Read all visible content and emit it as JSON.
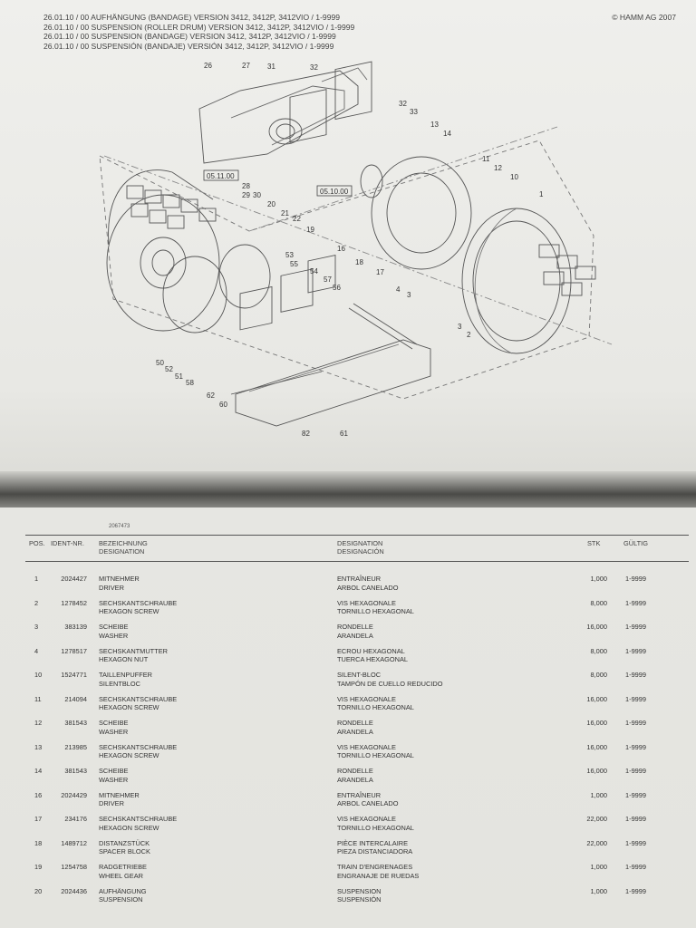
{
  "header": {
    "lines": [
      "26.01.10 / 00 AUFHÄNGUNG (BANDAGE)  VERSION 3412, 3412P, 3412VIO / 1-9999",
      "26.01.10 / 00 SUSPENSION (ROLLER DRUM)  VERSION 3412, 3412P, 3412VIO / 1-9999",
      "26.01.10 / 00 SUSPENSION (BANDAGE)  VERSION 3412, 3412P, 3412VIO / 1-9999",
      "26.01.10 / 00 SUSPENSIÓN (BANDAJE)  VERSIÓN 3412, 3412P, 3412VIO / 1-9999"
    ],
    "copyright": "© HAMM AG 2007"
  },
  "diagram": {
    "ref_boxes": [
      "05.11.00",
      "05.10.00"
    ],
    "callouts": [
      "26",
      "27",
      "31",
      "32",
      "32",
      "33",
      "13",
      "14",
      "11",
      "12",
      "10",
      "1",
      "28",
      "29",
      "30",
      "20",
      "21",
      "22",
      "19",
      "16",
      "18",
      "17",
      "4",
      "3",
      "3",
      "2",
      "53",
      "55",
      "54",
      "57",
      "56",
      "50",
      "52",
      "51",
      "58",
      "62",
      "60",
      "82",
      "61"
    ]
  },
  "table": {
    "doc_number": "2067473",
    "headers": {
      "pos": "POS.",
      "ident": "IDENT-NR.",
      "bez1": "BEZEICHNUNG",
      "bez2": "DESIGNATION",
      "des1": "DESIGNATION",
      "des2": "DESIGNACIÓN",
      "stk": "STK",
      "gultig": "GÜLTIG"
    },
    "rows": [
      {
        "pos": "1",
        "id": "2024427",
        "de": "MITNEHMER",
        "en": "DRIVER",
        "fr": "ENTRAÎNEUR",
        "es": "ARBOL CANELADO",
        "stk": "1,000",
        "valid": "1-9999"
      },
      {
        "pos": "2",
        "id": "1278452",
        "de": "SECHSKANTSCHRAUBE",
        "en": "HEXAGON SCREW",
        "fr": "VIS HEXAGONALE",
        "es": "TORNILLO HEXAGONAL",
        "stk": "8,000",
        "valid": "1-9999"
      },
      {
        "pos": "3",
        "id": "383139",
        "de": "SCHEIBE",
        "en": "WASHER",
        "fr": "RONDELLE",
        "es": "ARANDELA",
        "stk": "16,000",
        "valid": "1-9999"
      },
      {
        "pos": "4",
        "id": "1278517",
        "de": "SECHSKANTMUTTER",
        "en": "HEXAGON NUT",
        "fr": "ECROU HEXAGONAL",
        "es": "TUERCA HEXAGONAL",
        "stk": "8,000",
        "valid": "1-9999"
      },
      {
        "pos": "10",
        "id": "1524771",
        "de": "TAILLENPUFFER",
        "en": "SILENTBLOC",
        "fr": "SILENT-BLOC",
        "es": "TAMPÓN DE CUELLO REDUCIDO",
        "stk": "8,000",
        "valid": "1-9999"
      },
      {
        "pos": "11",
        "id": "214094",
        "de": "SECHSKANTSCHRAUBE",
        "en": "HEXAGON SCREW",
        "fr": "VIS HEXAGONALE",
        "es": "TORNILLO HEXAGONAL",
        "stk": "16,000",
        "valid": "1-9999"
      },
      {
        "pos": "12",
        "id": "381543",
        "de": "SCHEIBE",
        "en": "WASHER",
        "fr": "RONDELLE",
        "es": "ARANDELA",
        "stk": "16,000",
        "valid": "1-9999"
      },
      {
        "pos": "13",
        "id": "213985",
        "de": "SECHSKANTSCHRAUBE",
        "en": "HEXAGON SCREW",
        "fr": "VIS HEXAGONALE",
        "es": "TORNILLO HEXAGONAL",
        "stk": "16,000",
        "valid": "1-9999"
      },
      {
        "pos": "14",
        "id": "381543",
        "de": "SCHEIBE",
        "en": "WASHER",
        "fr": "RONDELLE",
        "es": "ARANDELA",
        "stk": "16,000",
        "valid": "1-9999"
      },
      {
        "pos": "16",
        "id": "2024429",
        "de": "MITNEHMER",
        "en": "DRIVER",
        "fr": "ENTRAÎNEUR",
        "es": "ARBOL CANELADO",
        "stk": "1,000",
        "valid": "1-9999"
      },
      {
        "pos": "17",
        "id": "234176",
        "de": "SECHSKANTSCHRAUBE",
        "en": "HEXAGON SCREW",
        "fr": "VIS HEXAGONALE",
        "es": "TORNILLO HEXAGONAL",
        "stk": "22,000",
        "valid": "1-9999"
      },
      {
        "pos": "18",
        "id": "1489712",
        "de": "DISTANZSTÜCK",
        "en": "SPACER BLOCK",
        "fr": "PIÈCE INTERCALAIRE",
        "es": "PIEZA DISTANCIADORA",
        "stk": "22,000",
        "valid": "1-9999"
      },
      {
        "pos": "19",
        "id": "1254758",
        "de": "RADGETRIEBE",
        "en": "WHEEL GEAR",
        "fr": "TRAIN D'ENGRENAGES",
        "es": "ENGRANAJE DE RUEDAS",
        "stk": "1,000",
        "valid": "1-9999"
      },
      {
        "pos": "20",
        "id": "2024436",
        "de": "AUFHÄNGUNG",
        "en": "SUSPENSION",
        "fr": "SUSPENSION",
        "es": "SUSPENSIÓN",
        "stk": "1,000",
        "valid": "1-9999"
      }
    ]
  }
}
